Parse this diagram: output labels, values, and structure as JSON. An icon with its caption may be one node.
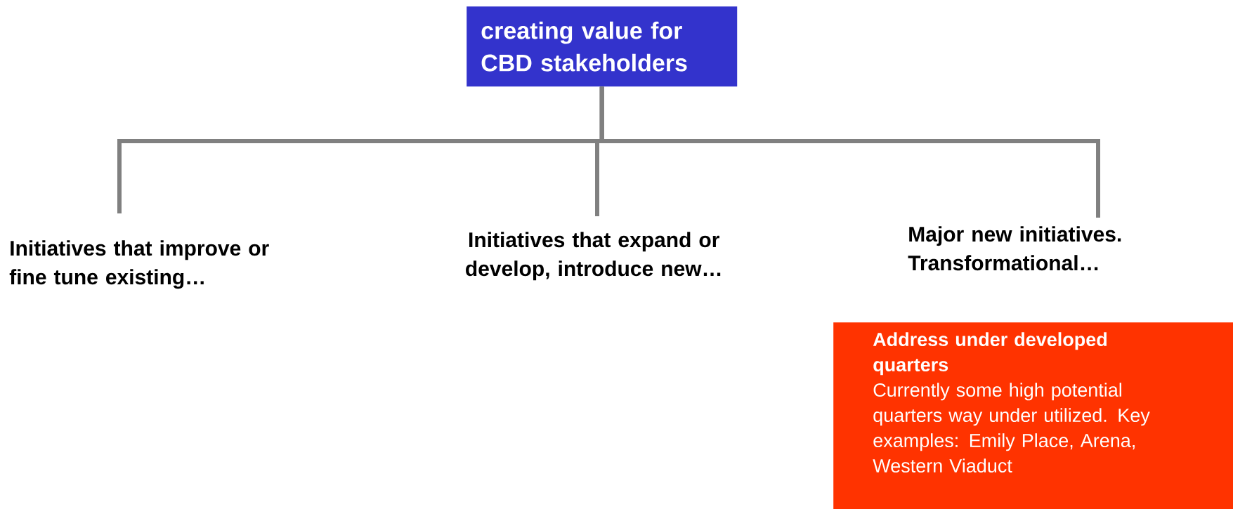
{
  "diagram": {
    "nodes": [
      {
        "text": [
          "creating value for CBD stakeholders"
        ]
      },
      {
        "text": [
          "Initiatives that improve or fine tune existing…"
        ]
      },
      {
        "text": [
          "Initiatives that expand or develop, introduce new…"
        ]
      },
      {
        "text": [
          "Major new initiatives. Transformational…"
        ]
      },
      {
        "text": [
          "Address under developed quarters",
          "Currently some high potential quarters way under utilized. Key examples: Emily Place, Arena, Western Viaduct"
        ]
      }
    ],
    "edges": [
      {
        "from": 0,
        "to": 1,
        "arrow": "none"
      },
      {
        "from": 0,
        "to": 2,
        "arrow": "none"
      },
      {
        "from": 0,
        "to": 3,
        "arrow": "none"
      }
    ]
  }
}
